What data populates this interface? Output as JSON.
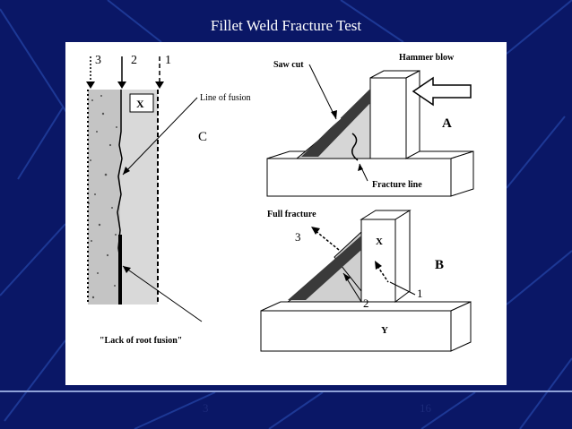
{
  "slide": {
    "title": "Fillet Weld Fracture Test",
    "footer_left": "3",
    "footer_right": "16"
  },
  "diagram": {
    "left_panel": {
      "label": "C",
      "line_numbers": [
        "3",
        "2",
        "1"
      ],
      "box_label": "X",
      "callout_fusion": "Line of fusion",
      "callout_root": "\"Lack of root fusion\""
    },
    "panel_a": {
      "label": "A",
      "hammer": "Hammer blow",
      "saw": "Saw cut",
      "fracture": "Fracture line"
    },
    "panel_b": {
      "label": "B",
      "full": "Full fracture",
      "x": "X",
      "y": "Y",
      "n1": "1",
      "n2": "2",
      "n3": "3"
    }
  },
  "colors": {
    "background": "#0a1766",
    "title": "#ffffff",
    "figure_background": "#ffffff"
  }
}
